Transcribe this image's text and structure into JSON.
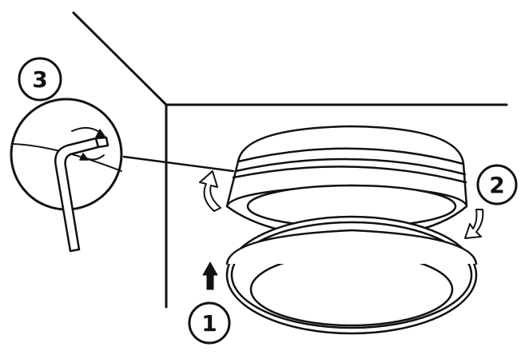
{
  "steps": [
    {
      "label": "1"
    },
    {
      "label": "2"
    },
    {
      "label": "3"
    }
  ],
  "colors": {
    "stroke": "#111111",
    "fill": "#ffffff"
  },
  "icons": [
    "ceiling-corner-lines",
    "light-fixture-base",
    "light-fixture-ring",
    "rotate-arrow-icon",
    "push-up-arrow-icon",
    "hex-key-icon",
    "zoom-callout-circle"
  ]
}
